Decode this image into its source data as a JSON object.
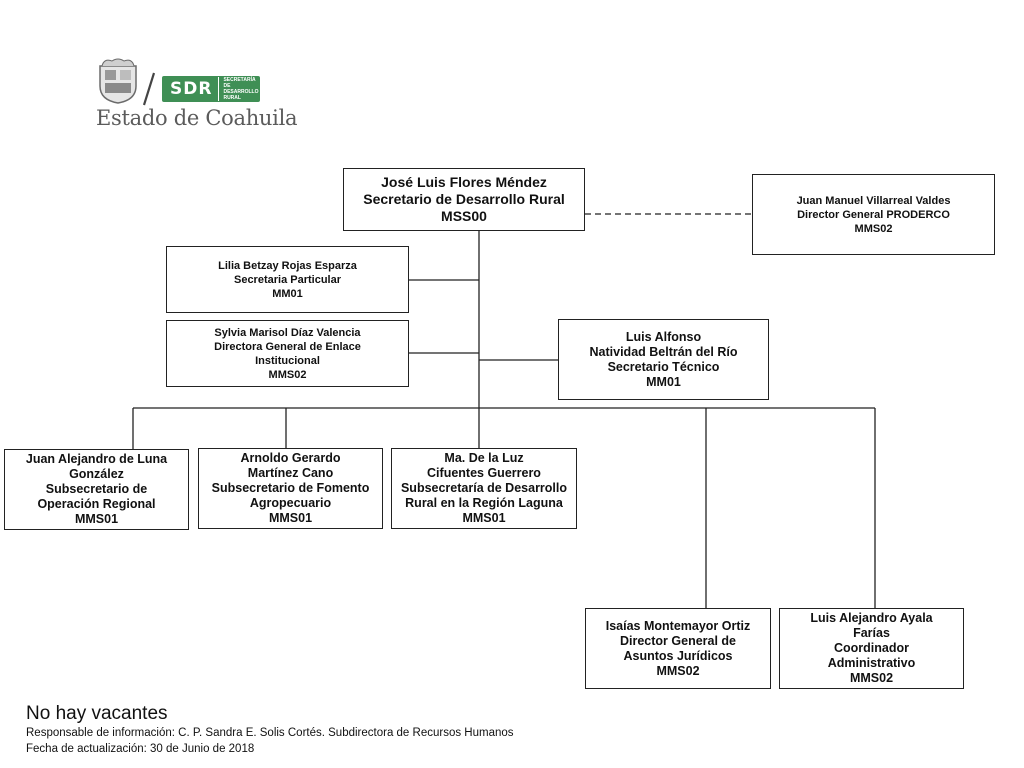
{
  "logo": {
    "badge_text": "SDR",
    "badge_sub": [
      "SECRETARÍA",
      "DE DESARROLLO",
      "RURAL"
    ],
    "state_name": "Estado de Coahuila",
    "colors": {
      "badge": "#3f8f55",
      "text": "#5b5b5b"
    }
  },
  "nodes": {
    "secretario": {
      "lines": [
        "José Luis Flores Méndez",
        "Secretario de Desarrollo Rural",
        "MSS00"
      ]
    },
    "prodeco": {
      "lines": [
        "Juan Manuel Villarreal Valdes",
        "Director General PRODERCO",
        "MMS02"
      ]
    },
    "particular": {
      "lines": [
        "Lilia Betzay Rojas Esparza",
        "Secretaria Particular",
        "MM01"
      ]
    },
    "enlace": {
      "lines": [
        "Sylvia Marisol Díaz Valencia",
        "Directora General de Enlace",
        "Institucional",
        "MMS02"
      ]
    },
    "tecnico": {
      "lines": [
        "Luis Alfonso",
        "Natividad Beltrán del Río",
        "Secretario Técnico",
        "MM01"
      ]
    },
    "operacion": {
      "lines": [
        "Juan Alejandro de Luna",
        "González",
        "Subsecretario de",
        "Operación Regional",
        "MMS01"
      ]
    },
    "fomento": {
      "lines": [
        "Arnoldo Gerardo",
        "Martínez Cano",
        "Subsecretario de Fomento",
        "Agropecuario",
        "MMS01"
      ]
    },
    "laguna": {
      "lines": [
        "Ma. De la Luz",
        "Cifuentes Guerrero",
        "Subsecretaría de Desarrollo",
        "Rural en la Región Laguna",
        "MMS01"
      ]
    },
    "juridicos": {
      "lines": [
        "Isaías Montemayor Ortiz",
        "Director General de",
        "Asuntos Jurídicos",
        "MMS02"
      ]
    },
    "administrativo": {
      "lines": [
        "Luis Alejandro Ayala",
        "Farías",
        "Coordinador",
        "Administrativo",
        "MMS02"
      ]
    }
  },
  "footer": {
    "vacancies": "No hay vacantes",
    "responsible": "Responsable de información: C. P. Sandra E. Solis Cortés. Subdirectora de Recursos Humanos",
    "updated": "Fecha de actualización: 30 de Junio de 2018"
  }
}
